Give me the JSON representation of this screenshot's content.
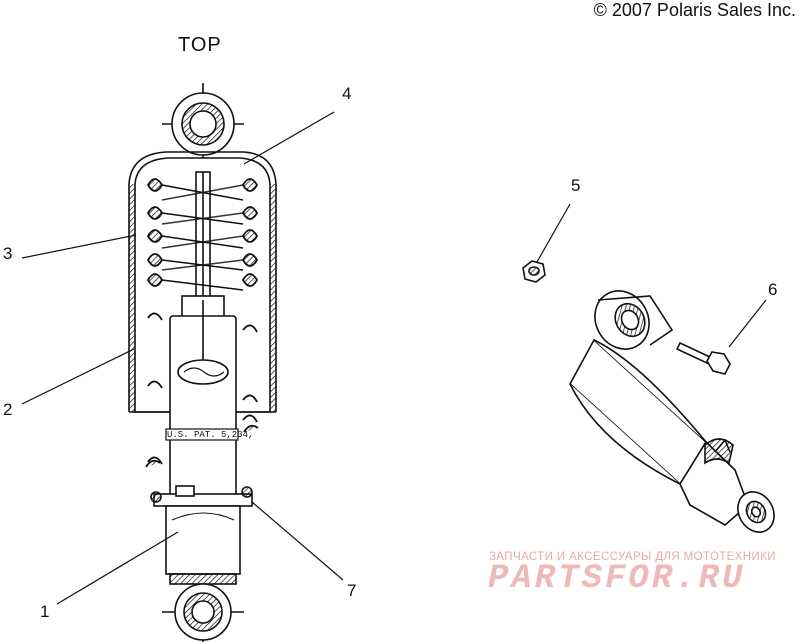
{
  "header": {
    "copyright": "© 2007 Polaris Sales Inc.",
    "orientation_label": "TOP"
  },
  "callouts": [
    "1",
    "2",
    "3",
    "4",
    "5",
    "6",
    "7"
  ],
  "shock_markings": {
    "patent": "U.S. PAT. 5,234,"
  },
  "watermark": {
    "tagline": "ЗАПЧАСТИ И АКСЕССУАРЫ ДЛЯ МОТОТЕХНИКИ",
    "brand": "PARTSFOR.RU"
  },
  "colors": {
    "line": "#111111",
    "background": "#ffffff",
    "watermark": "#f0b9b9"
  }
}
